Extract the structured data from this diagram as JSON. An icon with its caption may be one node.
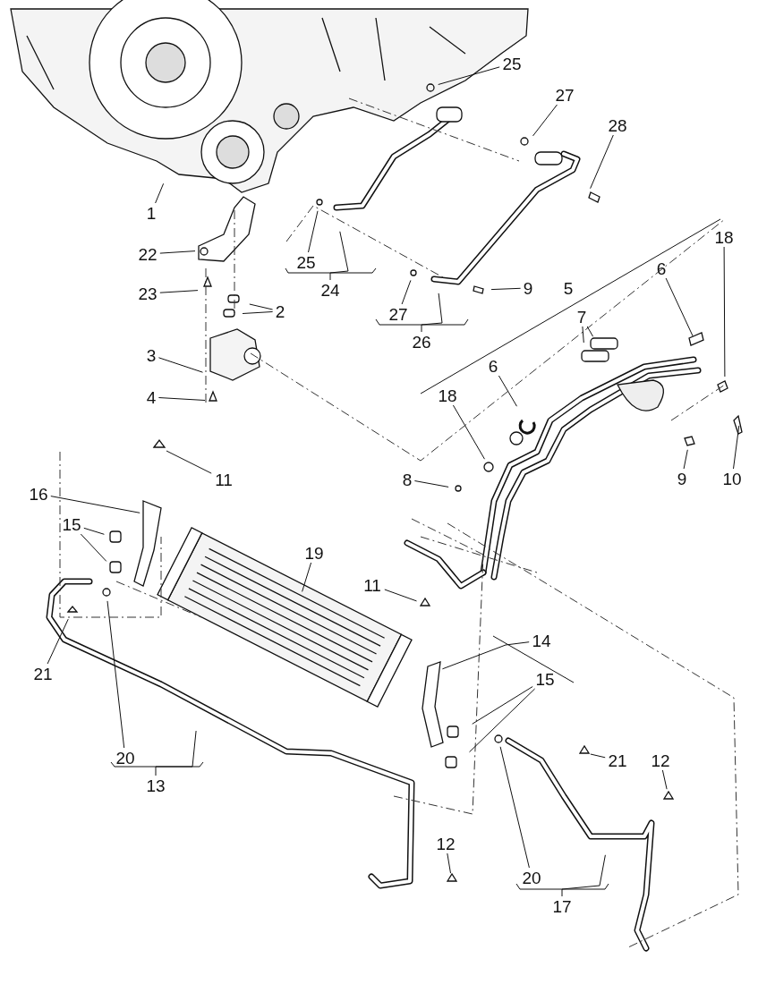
{
  "diagram": {
    "nodes": [
      {
        "text": [
          "1"
        ]
      },
      {
        "text": [
          "22"
        ]
      },
      {
        "text": [
          "23"
        ]
      },
      {
        "text": [
          "2"
        ]
      },
      {
        "text": [
          "3"
        ]
      },
      {
        "text": [
          "4"
        ]
      },
      {
        "text": [
          "25"
        ]
      },
      {
        "text": [
          "27"
        ]
      },
      {
        "text": [
          "28"
        ]
      },
      {
        "text": [
          "25"
        ]
      },
      {
        "text": [
          "24"
        ]
      },
      {
        "text": [
          "27"
        ]
      },
      {
        "text": [
          "26"
        ]
      },
      {
        "text": [
          "9"
        ]
      },
      {
        "text": [
          "7"
        ]
      },
      {
        "text": [
          "6"
        ]
      },
      {
        "text": [
          "18"
        ]
      },
      {
        "text": [
          "6"
        ]
      },
      {
        "text": [
          "18"
        ]
      },
      {
        "text": [
          "8"
        ]
      },
      {
        "text": [
          "9"
        ]
      },
      {
        "text": [
          "10"
        ]
      },
      {
        "text": [
          "11"
        ]
      },
      {
        "text": [
          "16"
        ]
      },
      {
        "text": [
          "15"
        ]
      },
      {
        "text": [
          "19"
        ]
      },
      {
        "text": [
          "21"
        ]
      },
      {
        "text": [
          "20"
        ]
      },
      {
        "text": [
          "13"
        ]
      },
      {
        "text": [
          "11"
        ]
      },
      {
        "text": [
          "14"
        ]
      },
      {
        "text": [
          "15"
        ]
      },
      {
        "text": [
          "21"
        ]
      },
      {
        "text": [
          "12"
        ]
      },
      {
        "text": [
          "12"
        ]
      },
      {
        "text": [
          "20"
        ]
      },
      {
        "text": [
          "17"
        ]
      }
    ],
    "edges": [
      {
        "from": 0,
        "to": null,
        "arrow": "none"
      },
      {
        "from": 1,
        "to": null,
        "arrow": "none"
      },
      {
        "from": 2,
        "to": null,
        "arrow": "none"
      },
      {
        "from": 3,
        "to": null,
        "arrow": "none"
      },
      {
        "from": 3,
        "to": null,
        "arrow": "none"
      },
      {
        "from": 4,
        "to": null,
        "arrow": "none"
      },
      {
        "from": 5,
        "to": null,
        "arrow": "none"
      },
      {
        "from": 6,
        "to": null,
        "arrow": "none"
      },
      {
        "from": 7,
        "to": null,
        "arrow": "none"
      },
      {
        "from": 8,
        "to": null,
        "arrow": "none"
      },
      {
        "from": 9,
        "to": null,
        "arrow": "none"
      },
      {
        "from": 10,
        "to": null,
        "arrow": "none"
      },
      {
        "from": 11,
        "to": null,
        "arrow": "none"
      },
      {
        "from": 12,
        "to": null,
        "arrow": "none"
      },
      {
        "from": 13,
        "to": null,
        "arrow": "none"
      },
      {
        "from": 14,
        "to": null,
        "arrow": "none"
      },
      {
        "from": 14,
        "to": null,
        "arrow": "none"
      },
      {
        "from": 15,
        "to": null,
        "arrow": "none"
      },
      {
        "from": 16,
        "to": null,
        "arrow": "none"
      },
      {
        "from": 17,
        "to": null,
        "arrow": "none"
      },
      {
        "from": 18,
        "to": null,
        "arrow": "none"
      },
      {
        "from": 19,
        "to": null,
        "arrow": "none"
      },
      {
        "from": 20,
        "to": null,
        "arrow": "none"
      },
      {
        "from": 21,
        "to": null,
        "arrow": "none"
      },
      {
        "from": 22,
        "to": null,
        "arrow": "none"
      },
      {
        "from": 23,
        "to": null,
        "arrow": "none"
      },
      {
        "from": 24,
        "to": null,
        "arrow": "none"
      },
      {
        "from": 24,
        "to": null,
        "arrow": "none"
      },
      {
        "from": 25,
        "to": null,
        "arrow": "none"
      },
      {
        "from": 26,
        "to": null,
        "arrow": "none"
      },
      {
        "from": 27,
        "to": null,
        "arrow": "none"
      },
      {
        "from": 28,
        "to": null,
        "arrow": "none"
      },
      {
        "from": 29,
        "to": null,
        "arrow": "none"
      },
      {
        "from": 30,
        "to": null,
        "arrow": "none"
      },
      {
        "from": 31,
        "to": null,
        "arrow": "none"
      },
      {
        "from": 31,
        "to": null,
        "arrow": "none"
      },
      {
        "from": 32,
        "to": null,
        "arrow": "none"
      },
      {
        "from": 33,
        "to": null,
        "arrow": "none"
      },
      {
        "from": 34,
        "to": null,
        "arrow": "none"
      },
      {
        "from": 35,
        "to": null,
        "arrow": "none"
      },
      {
        "from": 36,
        "to": null,
        "arrow": "none"
      }
    ],
    "labels": [
      "5"
    ]
  }
}
